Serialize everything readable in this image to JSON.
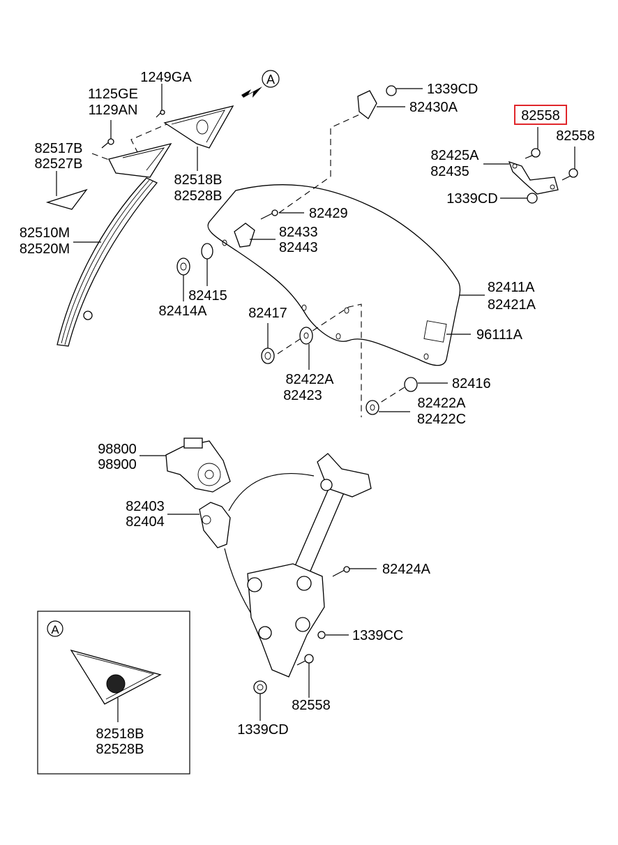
{
  "diagram": {
    "title": "Rear quarter window glass & regulator exploded parts diagram",
    "highlight_color": "#e0262b",
    "highlighted_part": "82558",
    "view_marker": "A",
    "callouts": {
      "c1249ga": "1249GA",
      "c1125ge": "1125GE",
      "c1129an": "1129AN",
      "c82517b": "82517B",
      "c82527b": "82527B",
      "c82518b_top": "82518B",
      "c82528b_top": "82528B",
      "c82510m": "82510M",
      "c82520m": "82520M",
      "c1339cd_top": "1339CD",
      "c82430a": "82430A",
      "c82558_hl": "82558",
      "c82558_r": "82558",
      "c82425a": "82425A",
      "c82435": "82435",
      "c1339cd_mid": "1339CD",
      "c82429": "82429",
      "c82433": "82433",
      "c82443": "82443",
      "c82415": "82415",
      "c82414a": "82414A",
      "c82411a": "82411A",
      "c82421a": "82421A",
      "c82417": "82417",
      "c96111a": "96111A",
      "c82422a_l": "82422A",
      "c82423": "82423",
      "c82416": "82416",
      "c82422a_r": "82422A",
      "c82422c": "82422C",
      "c98800": "98800",
      "c98900": "98900",
      "c82403": "82403",
      "c82404": "82404",
      "c82424a": "82424A",
      "c1339cc": "1339CC",
      "c82558_bot": "82558",
      "c1339cd_bot": "1339CD"
    },
    "inset": {
      "marker": "A",
      "label1": "82518B",
      "label2": "82528B"
    }
  }
}
